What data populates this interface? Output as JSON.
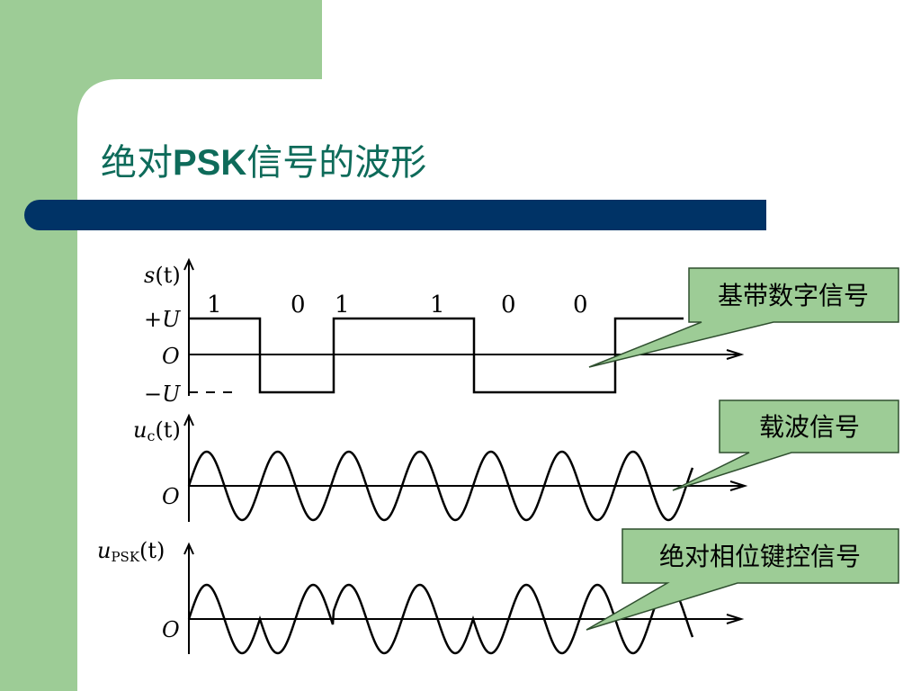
{
  "title": {
    "part1": "绝对",
    "part2": "PSK",
    "part3": "信号的波形"
  },
  "theme": {
    "accent_green": "#9dcc96",
    "bar_blue": "#003366",
    "title_color": "#0e6b5a",
    "callout_border": "#2f4f2f"
  },
  "bits": [
    "1",
    "0",
    "1",
    "1",
    "0",
    "0"
  ],
  "axis_labels": {
    "s_func": "s",
    "s_arg": "(t)",
    "plus_sign": "+",
    "minus_sign": "−",
    "U": "U",
    "origin": "O",
    "uc_u": "u",
    "uc_sub": "c",
    "uc_arg": "(t)",
    "upsk_u": "u",
    "upsk_sub": "PSK",
    "upsk_arg": "(t)"
  },
  "callouts": {
    "baseband": "基带数字信号",
    "carrier": "载波信号",
    "psk": "绝对相位键控信号"
  }
}
